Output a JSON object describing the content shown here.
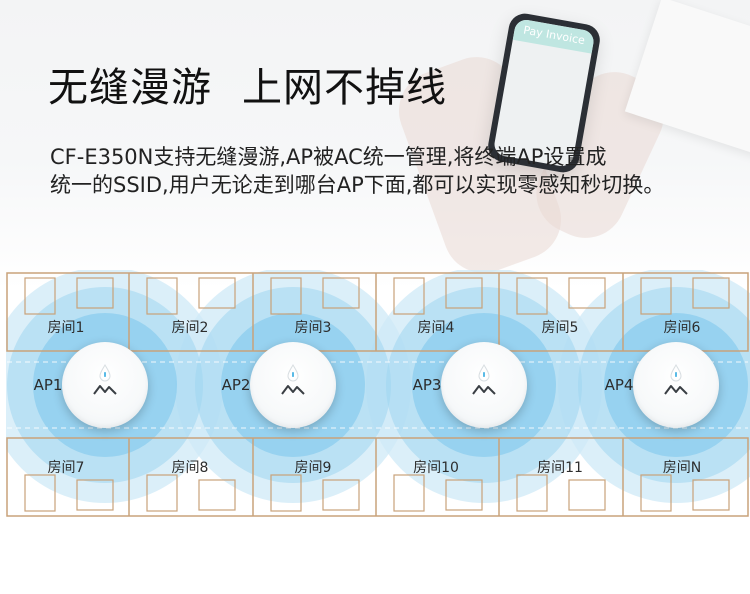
{
  "headline": {
    "part1": "无缝漫游",
    "part2": "上网不掉线"
  },
  "description": {
    "line1": "CF-E350N支持无缝漫游,AP被AC统一管理,将终端AP设置成",
    "line2": "统一的SSID,用户无论走到哪台AP下面,都可以实现零感知秒切换。"
  },
  "phone_screen_title": "Pay Invoice",
  "rooms_top": [
    "房间1",
    "房间2",
    "房间3",
    "房间4",
    "房间5",
    "房间6"
  ],
  "rooms_bottom": [
    "房间7",
    "房间8",
    "房间9",
    "房间10",
    "房间11",
    "房间N"
  ],
  "access_points": [
    {
      "label": "AP1"
    },
    {
      "label": "AP2"
    },
    {
      "label": "AP3"
    },
    {
      "label": "AP4"
    }
  ],
  "colors": {
    "coverage_outer": "#cfeaf7",
    "coverage_mid": "#9fd6f0",
    "coverage_inner": "#6cc2ea",
    "wall": "#c9a27a",
    "indicator": "#2fa8e0"
  }
}
